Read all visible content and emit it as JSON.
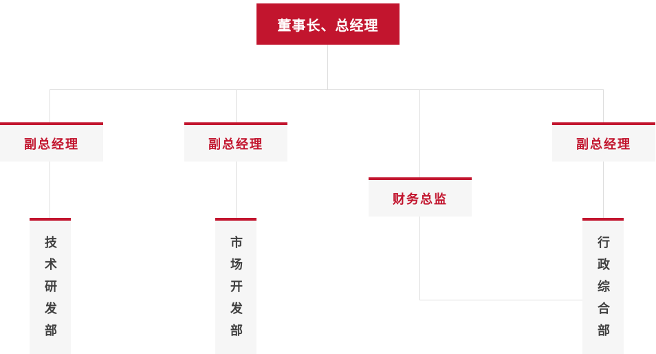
{
  "colors": {
    "brand_red": "#c2152e",
    "box_background": "#f6f6f6",
    "connector_line": "#dddddd",
    "department_text": "#404040"
  },
  "org_chart": {
    "root": {
      "label": "董事长、总经理"
    },
    "managers": [
      {
        "label": "副总经理"
      },
      {
        "label": "副总经理"
      },
      {
        "label": "财务总监"
      },
      {
        "label": "副总经理"
      }
    ],
    "departments": [
      {
        "label": "技术研发部"
      },
      {
        "label": "市场开发部"
      },
      {
        "label": "行政综合部"
      }
    ]
  }
}
